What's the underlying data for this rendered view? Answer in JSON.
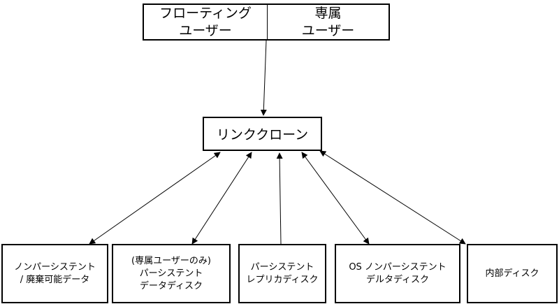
{
  "top": {
    "floating_user": "フローティング\nユーザー",
    "dedicated_user": "専属\nユーザー"
  },
  "center": {
    "linked_clone": "リンククローン"
  },
  "bottom": {
    "nonpersistent_disposable": "ノンパーシステント\n/ 廃棄可能データ",
    "persistent_data_disk": "(専属ユーザーのみ)\nパーシステント\nデータディスク",
    "persistent_replica_disk": "パーシステント\nレプリカディスク",
    "os_nonpersistent_delta": "OS ノンパーシステント\nデルタディスク",
    "internal_disk": "内部ディスク"
  },
  "colors": {
    "line": "#000000",
    "box_border": "#000000",
    "background": "#ffffff"
  }
}
